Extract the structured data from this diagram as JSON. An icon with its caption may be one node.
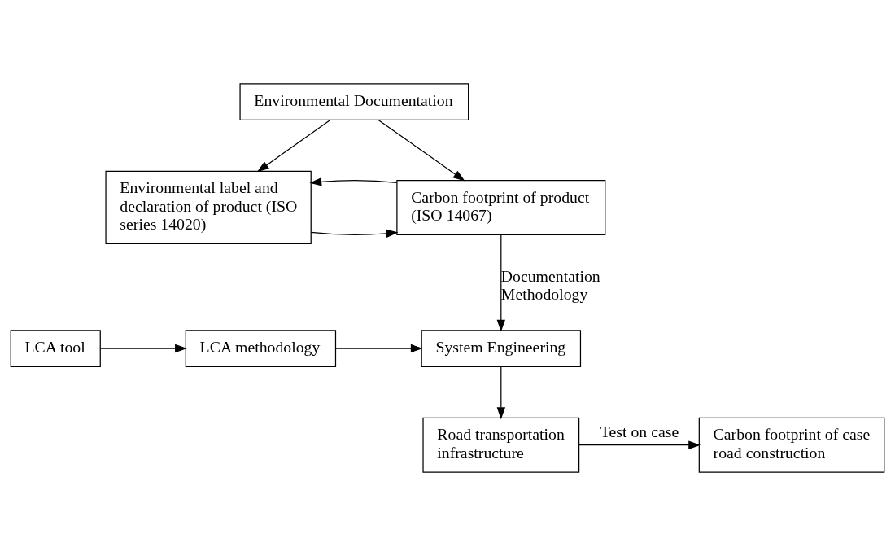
{
  "diagram": {
    "nodes": [
      {
        "text": [
          "Environmental Documentation"
        ]
      },
      {
        "text": [
          "Environmental label and declaration of product (ISO series 14020)"
        ]
      },
      {
        "text": [
          "Carbon footprint of product (ISO 14067)"
        ]
      },
      {
        "text": [
          "LCA tool"
        ]
      },
      {
        "text": [
          "LCA methodology"
        ]
      },
      {
        "text": [
          "System Engineering"
        ]
      },
      {
        "text": [
          "Road transportation infrastructure"
        ]
      },
      {
        "text": [
          "Carbon footprint of case road construction"
        ]
      }
    ],
    "edges": [
      {
        "from": 0,
        "to": 1,
        "arrow": "to"
      },
      {
        "from": 0,
        "to": 2,
        "arrow": "to"
      },
      {
        "from": 1,
        "to": 2,
        "arrow": "to"
      },
      {
        "from": 2,
        "to": 1,
        "arrow": "to"
      },
      {
        "from": 2,
        "to": 5,
        "arrow": "to",
        "label": "Documentation Methodology"
      },
      {
        "from": 3,
        "to": 4,
        "arrow": "to"
      },
      {
        "from": 4,
        "to": 5,
        "arrow": "to"
      },
      {
        "from": 5,
        "to": 6,
        "arrow": "to"
      },
      {
        "from": 6,
        "to": 7,
        "arrow": "to",
        "label": "Test on case"
      }
    ]
  }
}
